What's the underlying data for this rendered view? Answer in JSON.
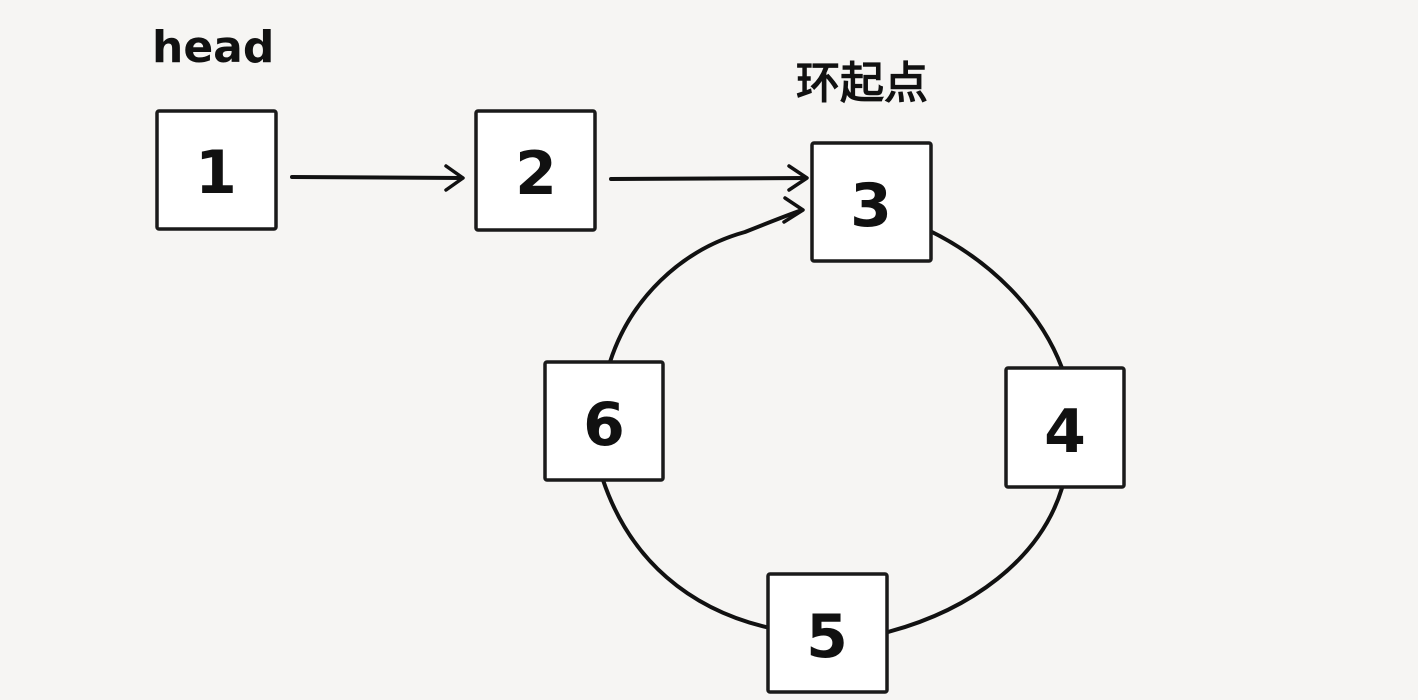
{
  "labels": {
    "head": "head",
    "cycle_start": "环起点"
  },
  "nodes": [
    {
      "id": "n1",
      "value": "1"
    },
    {
      "id": "n2",
      "value": "2"
    },
    {
      "id": "n3",
      "value": "3"
    },
    {
      "id": "n4",
      "value": "4"
    },
    {
      "id": "n5",
      "value": "5"
    },
    {
      "id": "n6",
      "value": "6"
    }
  ],
  "edges": [
    {
      "from": "1",
      "to": "2"
    },
    {
      "from": "2",
      "to": "3"
    },
    {
      "from": "3",
      "to": "4"
    },
    {
      "from": "4",
      "to": "5"
    },
    {
      "from": "5",
      "to": "6"
    },
    {
      "from": "6",
      "to": "3"
    }
  ],
  "colors": {
    "background": "#f6f5f3",
    "stroke": "#111111",
    "node_fill": "#ffffff"
  }
}
